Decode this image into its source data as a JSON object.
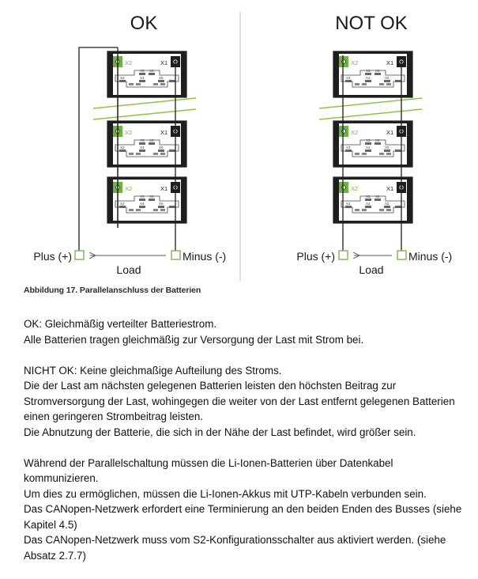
{
  "figure": {
    "left_title": "OK",
    "right_title": "NOT OK",
    "battery_labels": {
      "x2": "X2",
      "x1": "X1",
      "row1": [
        "X5",
        "X6"
      ],
      "row2": [
        "X3",
        "X4",
        "X5"
      ]
    },
    "left": {
      "plus": "Plus (+)",
      "minus": "Minus (-)",
      "load": "Load"
    },
    "right": {
      "plus": "Plus (+)",
      "minus": "Minus (-)",
      "load": "Load"
    },
    "colors": {
      "green": "#6cb33f",
      "black": "#1e1e1e",
      "line_green": "#8cc63f"
    }
  },
  "caption": "Abbildung 17. Parallelanschluss der Batterien",
  "paragraphs": [
    [
      "OK: Gleichmäßig verteilter Batteriestrom.",
      "Alle Batterien tragen gleichmäßig zur Versorgung der Last mit Strom bei."
    ],
    [
      "NICHT OK: Keine gleichmaßige Aufteilung des Stroms.",
      "Die der Last am nächsten gelegenen Batterien leisten den höchsten Beitrag zur",
      "Stromversorgung der Last, wohingegen die weiter von der Last entfernt gelegenen Batterien",
      "einen geringeren Strombeitrag leisten.",
      "Die Abnutzung der Batterie, die sich in der Nähe der Last befindet, wird größer sein."
    ],
    [
      "Während der Parallelschaltung müssen die Li-Ionen-Batterien über Datenkabel",
      "kommunizieren.",
      "Um dies zu ermöglichen, müssen die Li-Ionen-Akkus mit UTP-Kabeln verbunden sein.",
      "Das CANopen-Netzwerk erfordert eine Terminierung an den beiden Enden des Busses (siehe",
      "Kapitel 4.5)",
      "Das CANopen-Netzwerk muss vom S2-Konfigurationsschalter aus aktiviert werden. (siehe",
      "Absatz 2.7.7)"
    ]
  ]
}
